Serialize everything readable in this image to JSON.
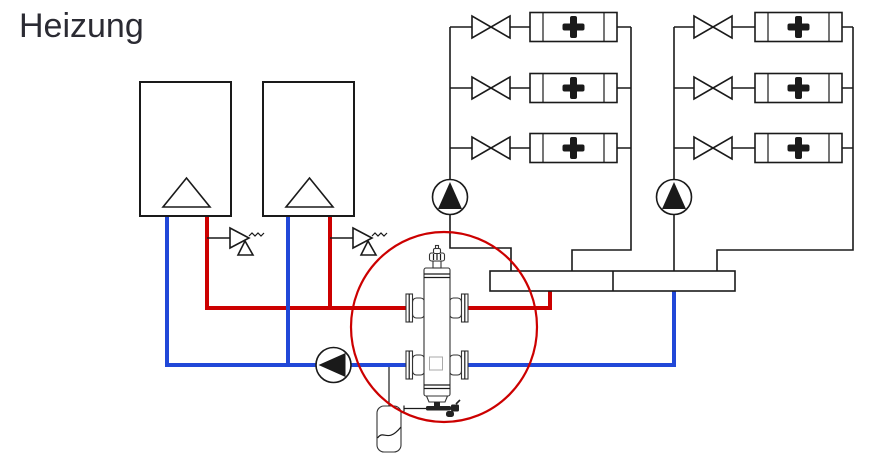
{
  "title": "Heizung",
  "colors": {
    "background": "#ffffff",
    "title_text": "#2b2b33",
    "line": "#1a1a1a",
    "pipe_supply": "#cc0000",
    "pipe_return": "#2148d8",
    "highlight": "#cc0000"
  },
  "diagram": {
    "type": "heating-system-schematic",
    "components": {
      "boilers": [
        "boiler-1",
        "boiler-2"
      ],
      "safety_valves": [
        "safety-valve-1",
        "safety-valve-2"
      ],
      "pumps": [
        "circuit-pump-1",
        "circuit-pump-2",
        "return-pump"
      ],
      "hydraulic_separator": "hydraulic-separator",
      "separator_highlight": "red-highlight-circle",
      "distribution_manifold": "distribution-manifold",
      "heating_circuit_groups": [
        {
          "name": "circuit-group-1",
          "radiators": 3,
          "valves": 3
        },
        {
          "name": "circuit-group-2",
          "radiators": 3,
          "valves": 3
        }
      ],
      "expansion_vessel": "expansion-vessel"
    }
  }
}
